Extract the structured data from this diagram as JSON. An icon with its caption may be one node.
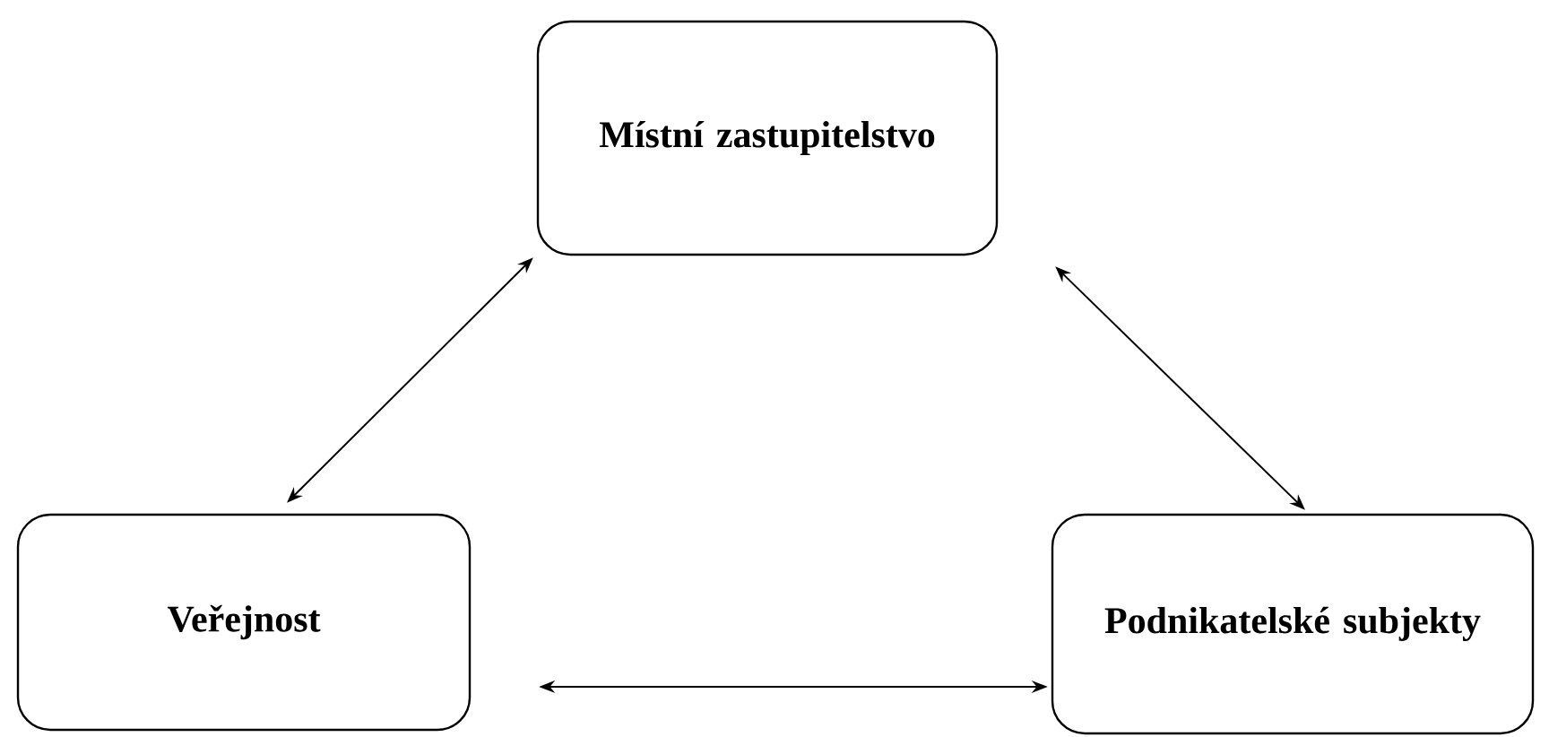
{
  "diagram": {
    "nodes": [
      {
        "text": [
          "Místní zastupitelstvo"
        ]
      },
      {
        "text": [
          "Veřejnost"
        ]
      },
      {
        "text": [
          "Podnikatelské subjekty"
        ]
      }
    ],
    "edges": [
      {
        "from": 1,
        "to": 0,
        "arrow": "both"
      },
      {
        "from": 0,
        "to": 2,
        "arrow": "both"
      },
      {
        "from": 1,
        "to": 2,
        "arrow": "both"
      }
    ]
  }
}
